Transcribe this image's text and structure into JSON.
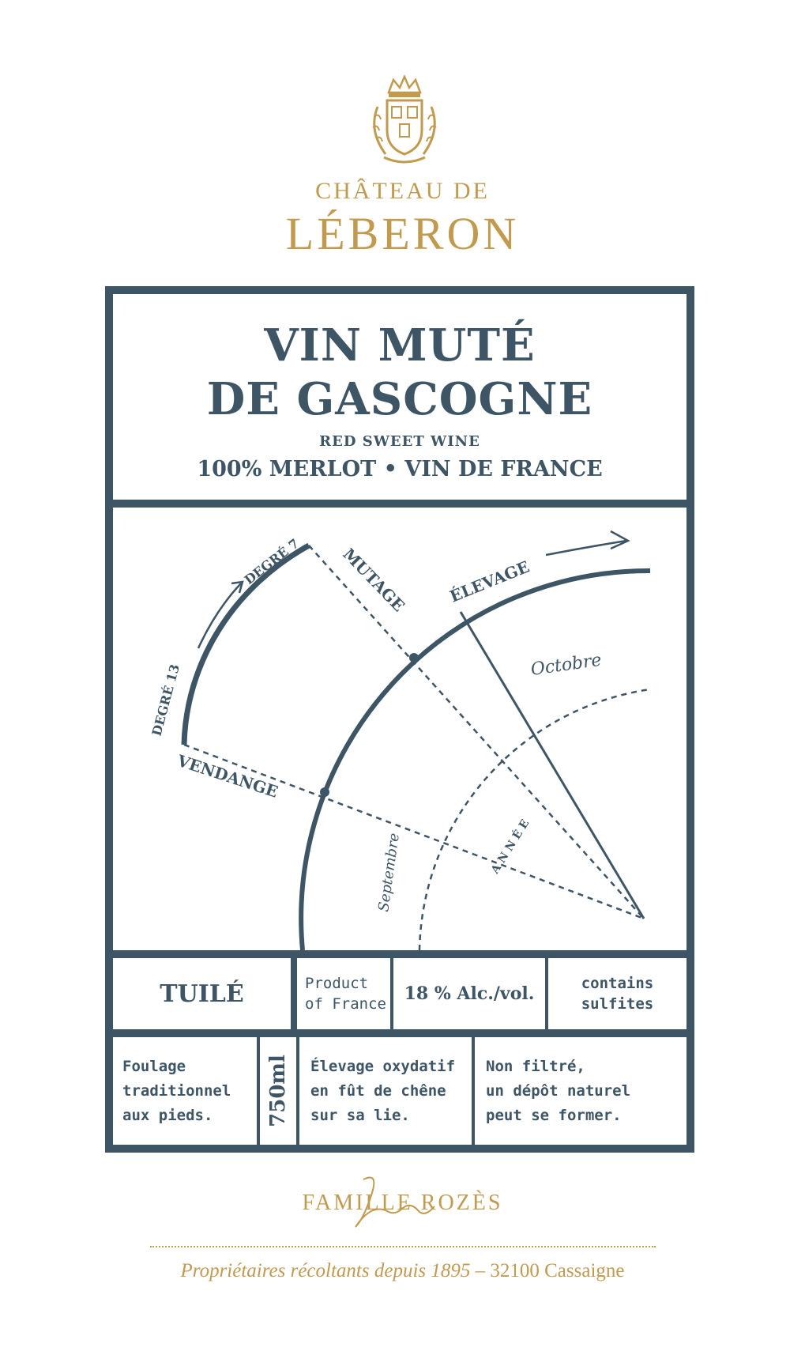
{
  "brand": {
    "line1": "CHÂTEAU DE",
    "line2": "LÉBERON"
  },
  "label": {
    "title_line1": "VIN MUTÉ",
    "title_line2": "DE GASCOGNE",
    "subtitle": "RED SWEET WINE",
    "grape": "100% MERLOT • VIN DE FRANCE"
  },
  "diagram": {
    "degree_start": "DEGRÉ 13",
    "degree_end": "DEGRÉ 7",
    "mutage": "MUTAGE",
    "elevage": "ÉLEVAGE",
    "vendange": "VENDANGE",
    "octobre": "Octobre",
    "septembre": "Septembre",
    "annee": "A N N É E"
  },
  "info_row1": {
    "style": "TUILÉ",
    "origin_line1": "Product",
    "origin_line2": "of France",
    "alcohol": "18 % Alc./vol.",
    "sulfites_line1": "contains",
    "sulfites_line2": "sulfites"
  },
  "info_row2": {
    "foulage_line1": "Foulage",
    "foulage_line2": "traditionnel",
    "foulage_line3": "aux pieds.",
    "volume": "750ml",
    "elevage_line1": "Élevage oxydatif",
    "elevage_line2": "en fût de chêne",
    "elevage_line3": "sur sa lie.",
    "filtre_line1": "Non filtré,",
    "filtre_line2": "un dépôt naturel",
    "filtre_line3": "peut se former."
  },
  "footer": {
    "famille": "FAMILLE ROZÈS",
    "owners": "Propriétaires récoltants depuis 1895",
    "dash": " – ",
    "address": "32100 Cassaigne"
  },
  "colors": {
    "gold": "#c29a4e",
    "slate_blue": "#3e5565"
  },
  "icons": {
    "crest": "coat-of-arms-icon",
    "signature": "signature-icon"
  }
}
